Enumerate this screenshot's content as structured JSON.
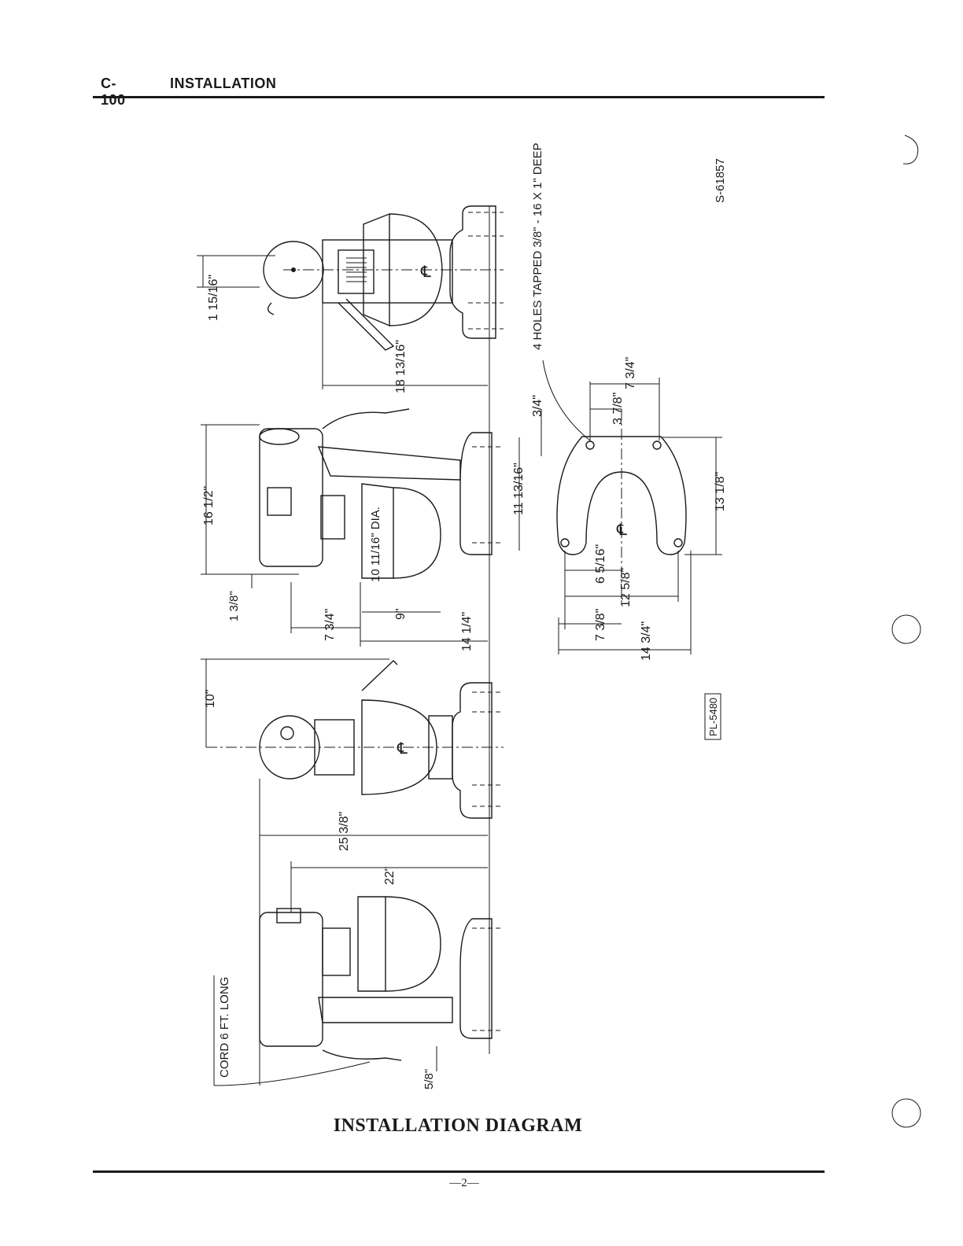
{
  "header": {
    "model": "C-100",
    "section": "INSTALLATION"
  },
  "caption": "INSTALLATION DIAGRAM",
  "page_number": "—2—",
  "part_numbers": {
    "drawing": "S-61857",
    "plate": "PL-5480"
  },
  "callouts": {
    "holes": "4 HOLES  TAPPED 3/8\" - 16 X 1\" DEEP",
    "cord": "CORD 6 FT. LONG",
    "bowl_dia": "10 11/16\" DIA."
  },
  "dimensions": {
    "d_1_15_16": "1 15/16\"",
    "d_18_13_16": "18 13/16\"",
    "d_16_1_2": "16 1/2\"",
    "d_1_3_8": "1 3/8\"",
    "d_7_3_4_a": "7 3/4\"",
    "d_9": "9\"",
    "d_14_1_4": "14 1/4\"",
    "d_11_13_16": "11 13/16\"",
    "d_3_4": "3/4\"",
    "d_10": "10\"",
    "d_25_3_8": "25 3/8\"",
    "d_22": "22\"",
    "d_5_8": "5/8\"",
    "d_3_7_8": "3 7/8\"",
    "d_7_3_4_b": "7 3/4\"",
    "d_13_1_8": "13 1/8\"",
    "d_6_5_16": "6 5/16\"",
    "d_12_5_8": "12 5/8\"",
    "d_7_3_8": "7 3/8\"",
    "d_14_3_4": "14 3/4\""
  }
}
